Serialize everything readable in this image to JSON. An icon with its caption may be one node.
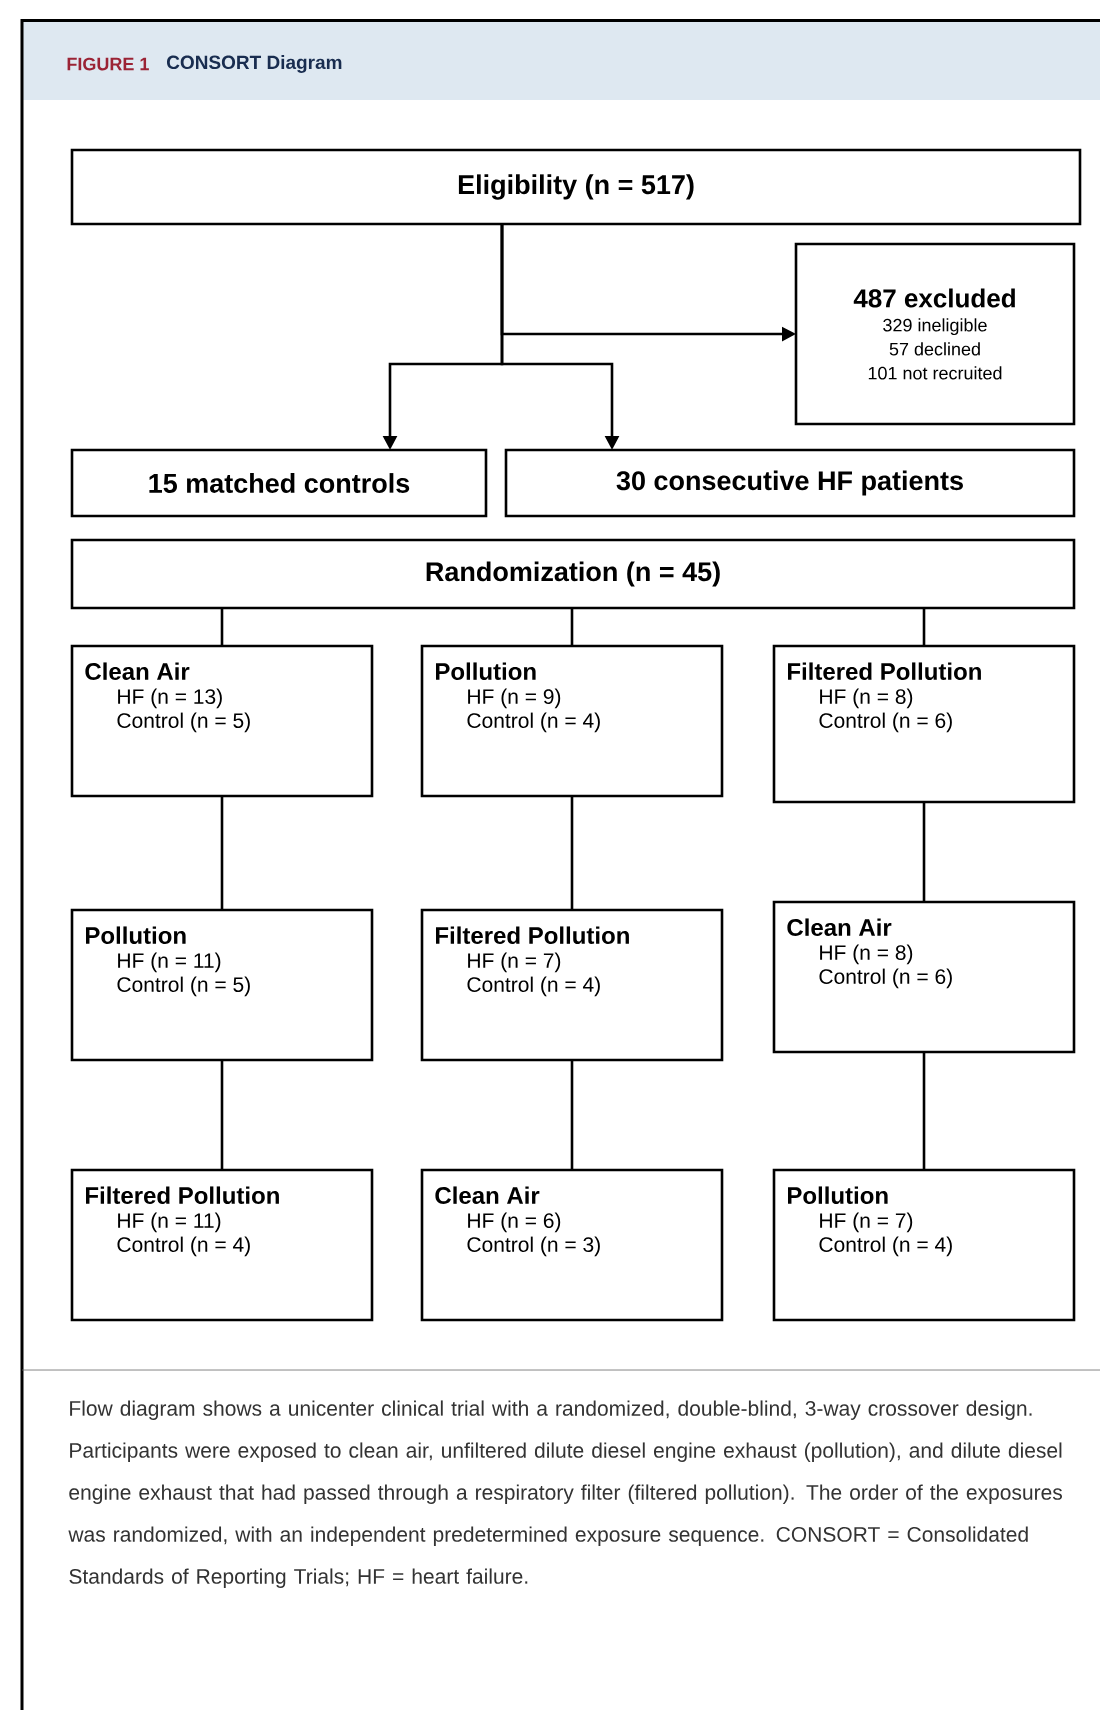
{
  "diagram": {
    "title": "CONSORT Diagram",
    "labels": [
      "FIGURE 1"
    ],
    "caption": "Flow diagram shows a unicenter clinical trial with a randomized, double-blind, 3-way crossover design. Participants were exposed to clean air, unfiltered dilute diesel engine exhaust (pollution), and dilute diesel engine exhaust that had passed through a respiratory filter (filtered pollution). The order of the exposures was randomized, with an independent predetermined exposure sequence. CONSORT = Consolidated Standards of Reporting Trials; HF = heart failure.",
    "nodes": [
      {
        "text": [
          "Eligibility  (n = 517)"
        ]
      },
      {
        "text": [
          "487 excluded",
          "329 ineligible",
          "57 declined",
          "101 not recruited"
        ]
      },
      {
        "text": [
          "15 matched controls"
        ]
      },
      {
        "text": [
          "30 consecutive HF patients"
        ]
      },
      {
        "text": [
          "Randomization (n = 45)"
        ]
      },
      {
        "text": [
          "Clean Air",
          "HF (n = 13)",
          "Control (n = 5)"
        ]
      },
      {
        "text": [
          "Pollution",
          "HF (n = 9)",
          "Control (n = 4)"
        ]
      },
      {
        "text": [
          "Filtered Pollution",
          "HF (n = 8)",
          "Control (n = 6)"
        ]
      },
      {
        "text": [
          "Pollution",
          "HF (n = 11)",
          "Control (n = 5)"
        ]
      },
      {
        "text": [
          "Filtered Pollution",
          "HF (n = 7)",
          "Control (n = 4)"
        ]
      },
      {
        "text": [
          "Clean Air",
          "HF (n = 8)",
          "Control (n = 6)"
        ]
      },
      {
        "text": [
          "Filtered Pollution",
          "HF (n = 11)",
          "Control (n = 4)"
        ]
      },
      {
        "text": [
          "Clean Air",
          "HF (n = 6)",
          "Control (n = 3)"
        ]
      },
      {
        "text": [
          "Pollution",
          "HF (n = 7)",
          "Control (n = 4)"
        ]
      }
    ],
    "edges": [
      {
        "from": 0,
        "to": 1,
        "arrow": "to"
      },
      {
        "from": 0,
        "to": 2,
        "arrow": "to"
      },
      {
        "from": 0,
        "to": 3,
        "arrow": "to"
      },
      {
        "from": 4,
        "to": 5,
        "arrow": "none"
      },
      {
        "from": 4,
        "to": 6,
        "arrow": "none"
      },
      {
        "from": 4,
        "to": 7,
        "arrow": "none"
      },
      {
        "from": 5,
        "to": 8,
        "arrow": "none"
      },
      {
        "from": 6,
        "to": 9,
        "arrow": "none"
      },
      {
        "from": 7,
        "to": 10,
        "arrow": "none"
      },
      {
        "from": 8,
        "to": 11,
        "arrow": "none"
      },
      {
        "from": 9,
        "to": 12,
        "arrow": "none"
      },
      {
        "from": 10,
        "to": 13,
        "arrow": "none"
      }
    ]
  }
}
